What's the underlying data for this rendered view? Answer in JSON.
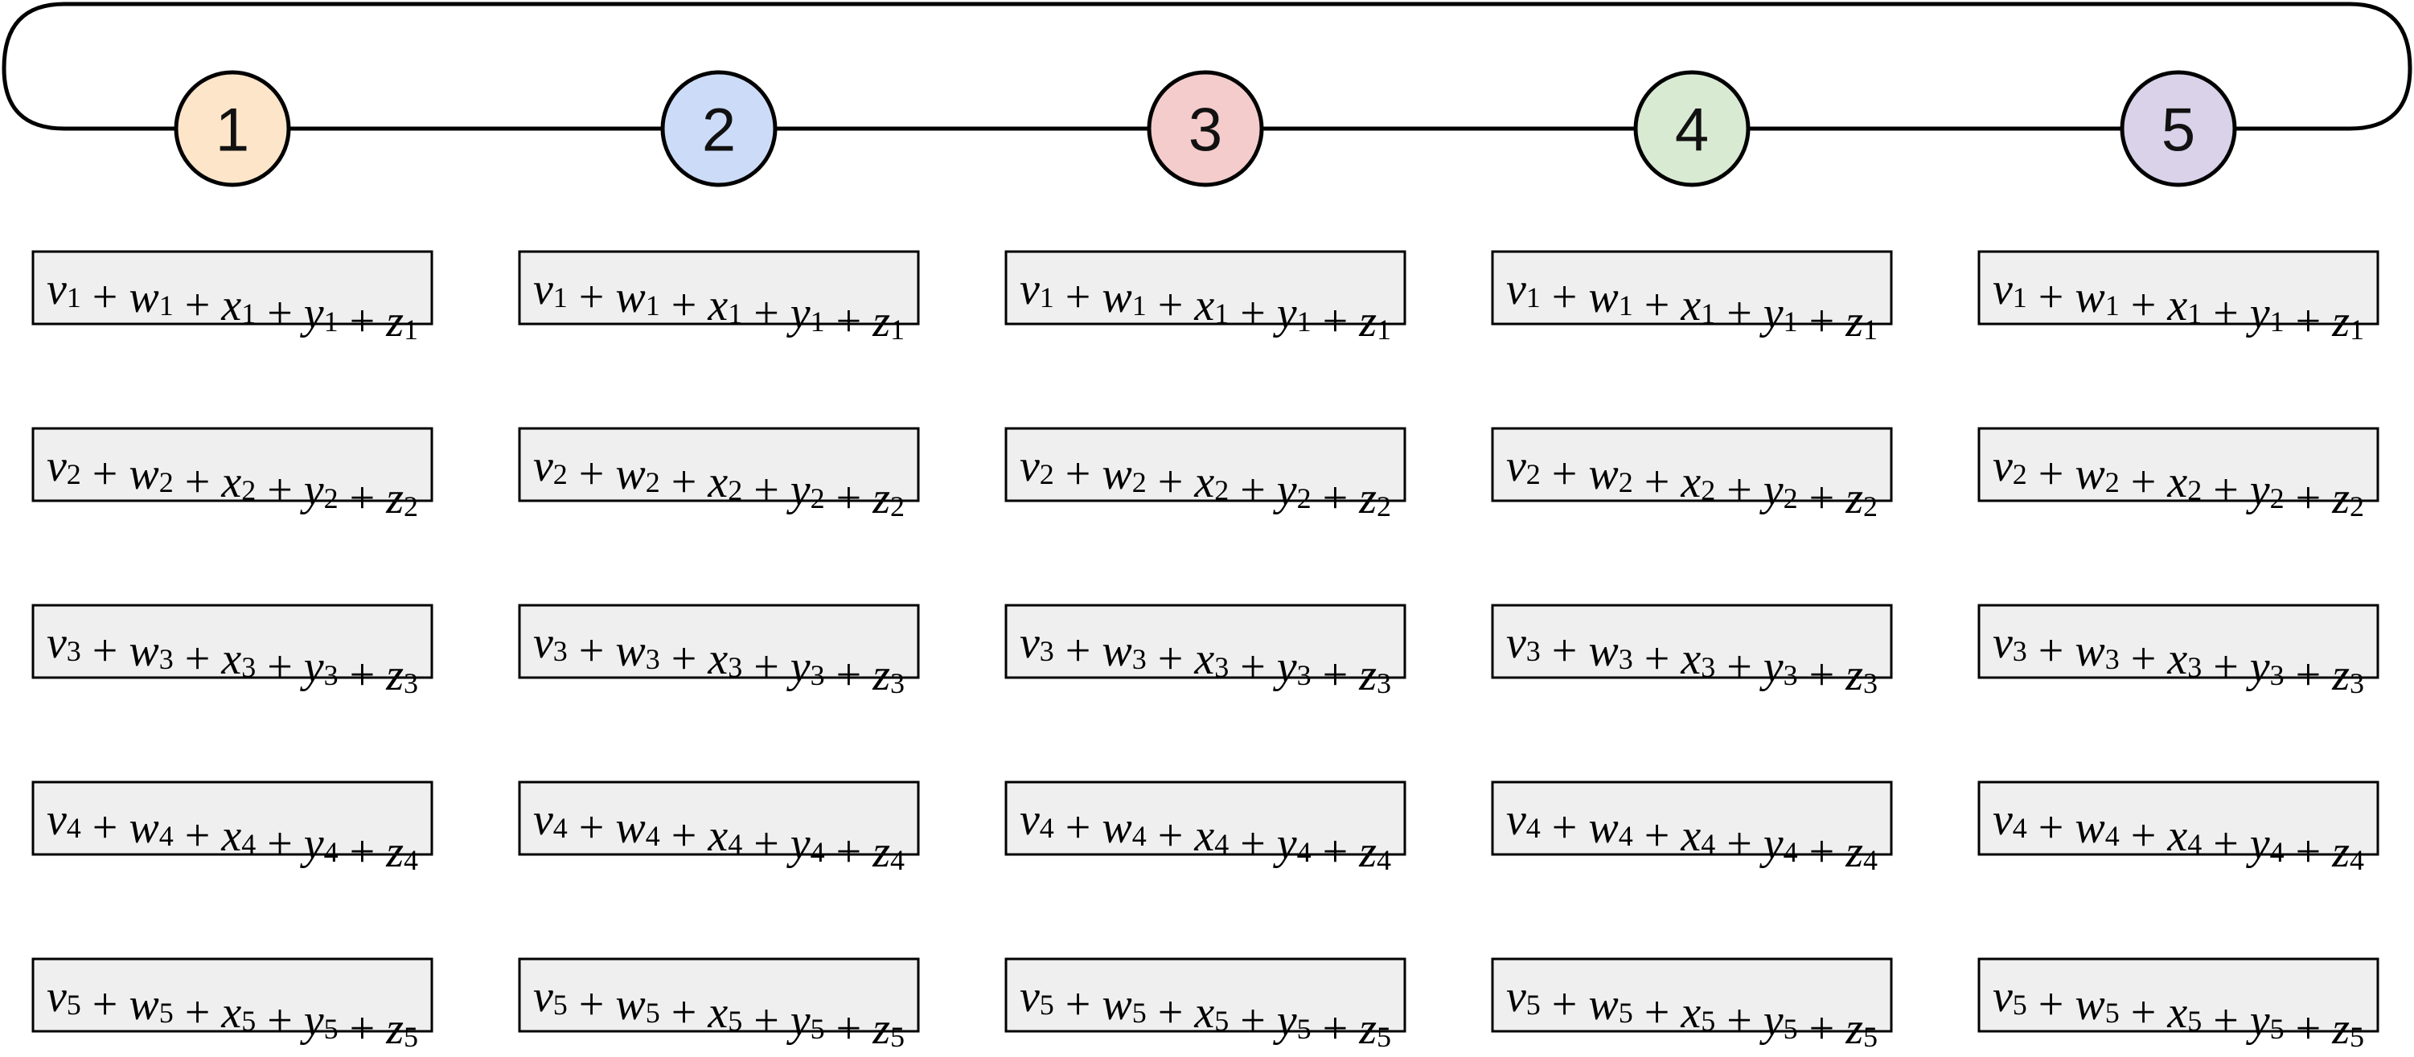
{
  "ring": {
    "nodes": [
      {
        "label": "1",
        "color": "#fde5c9"
      },
      {
        "label": "2",
        "color": "#ccdcf8"
      },
      {
        "label": "3",
        "color": "#f4cccc"
      },
      {
        "label": "4",
        "color": "#d9ead3"
      },
      {
        "label": "5",
        "color": "#d9d2e9"
      }
    ]
  },
  "chunks": {
    "variables": [
      "v",
      "w",
      "x",
      "y",
      "z"
    ],
    "operator": "+",
    "indices": [
      "1",
      "2",
      "3",
      "4",
      "5"
    ],
    "box_fill": "#efefef"
  }
}
